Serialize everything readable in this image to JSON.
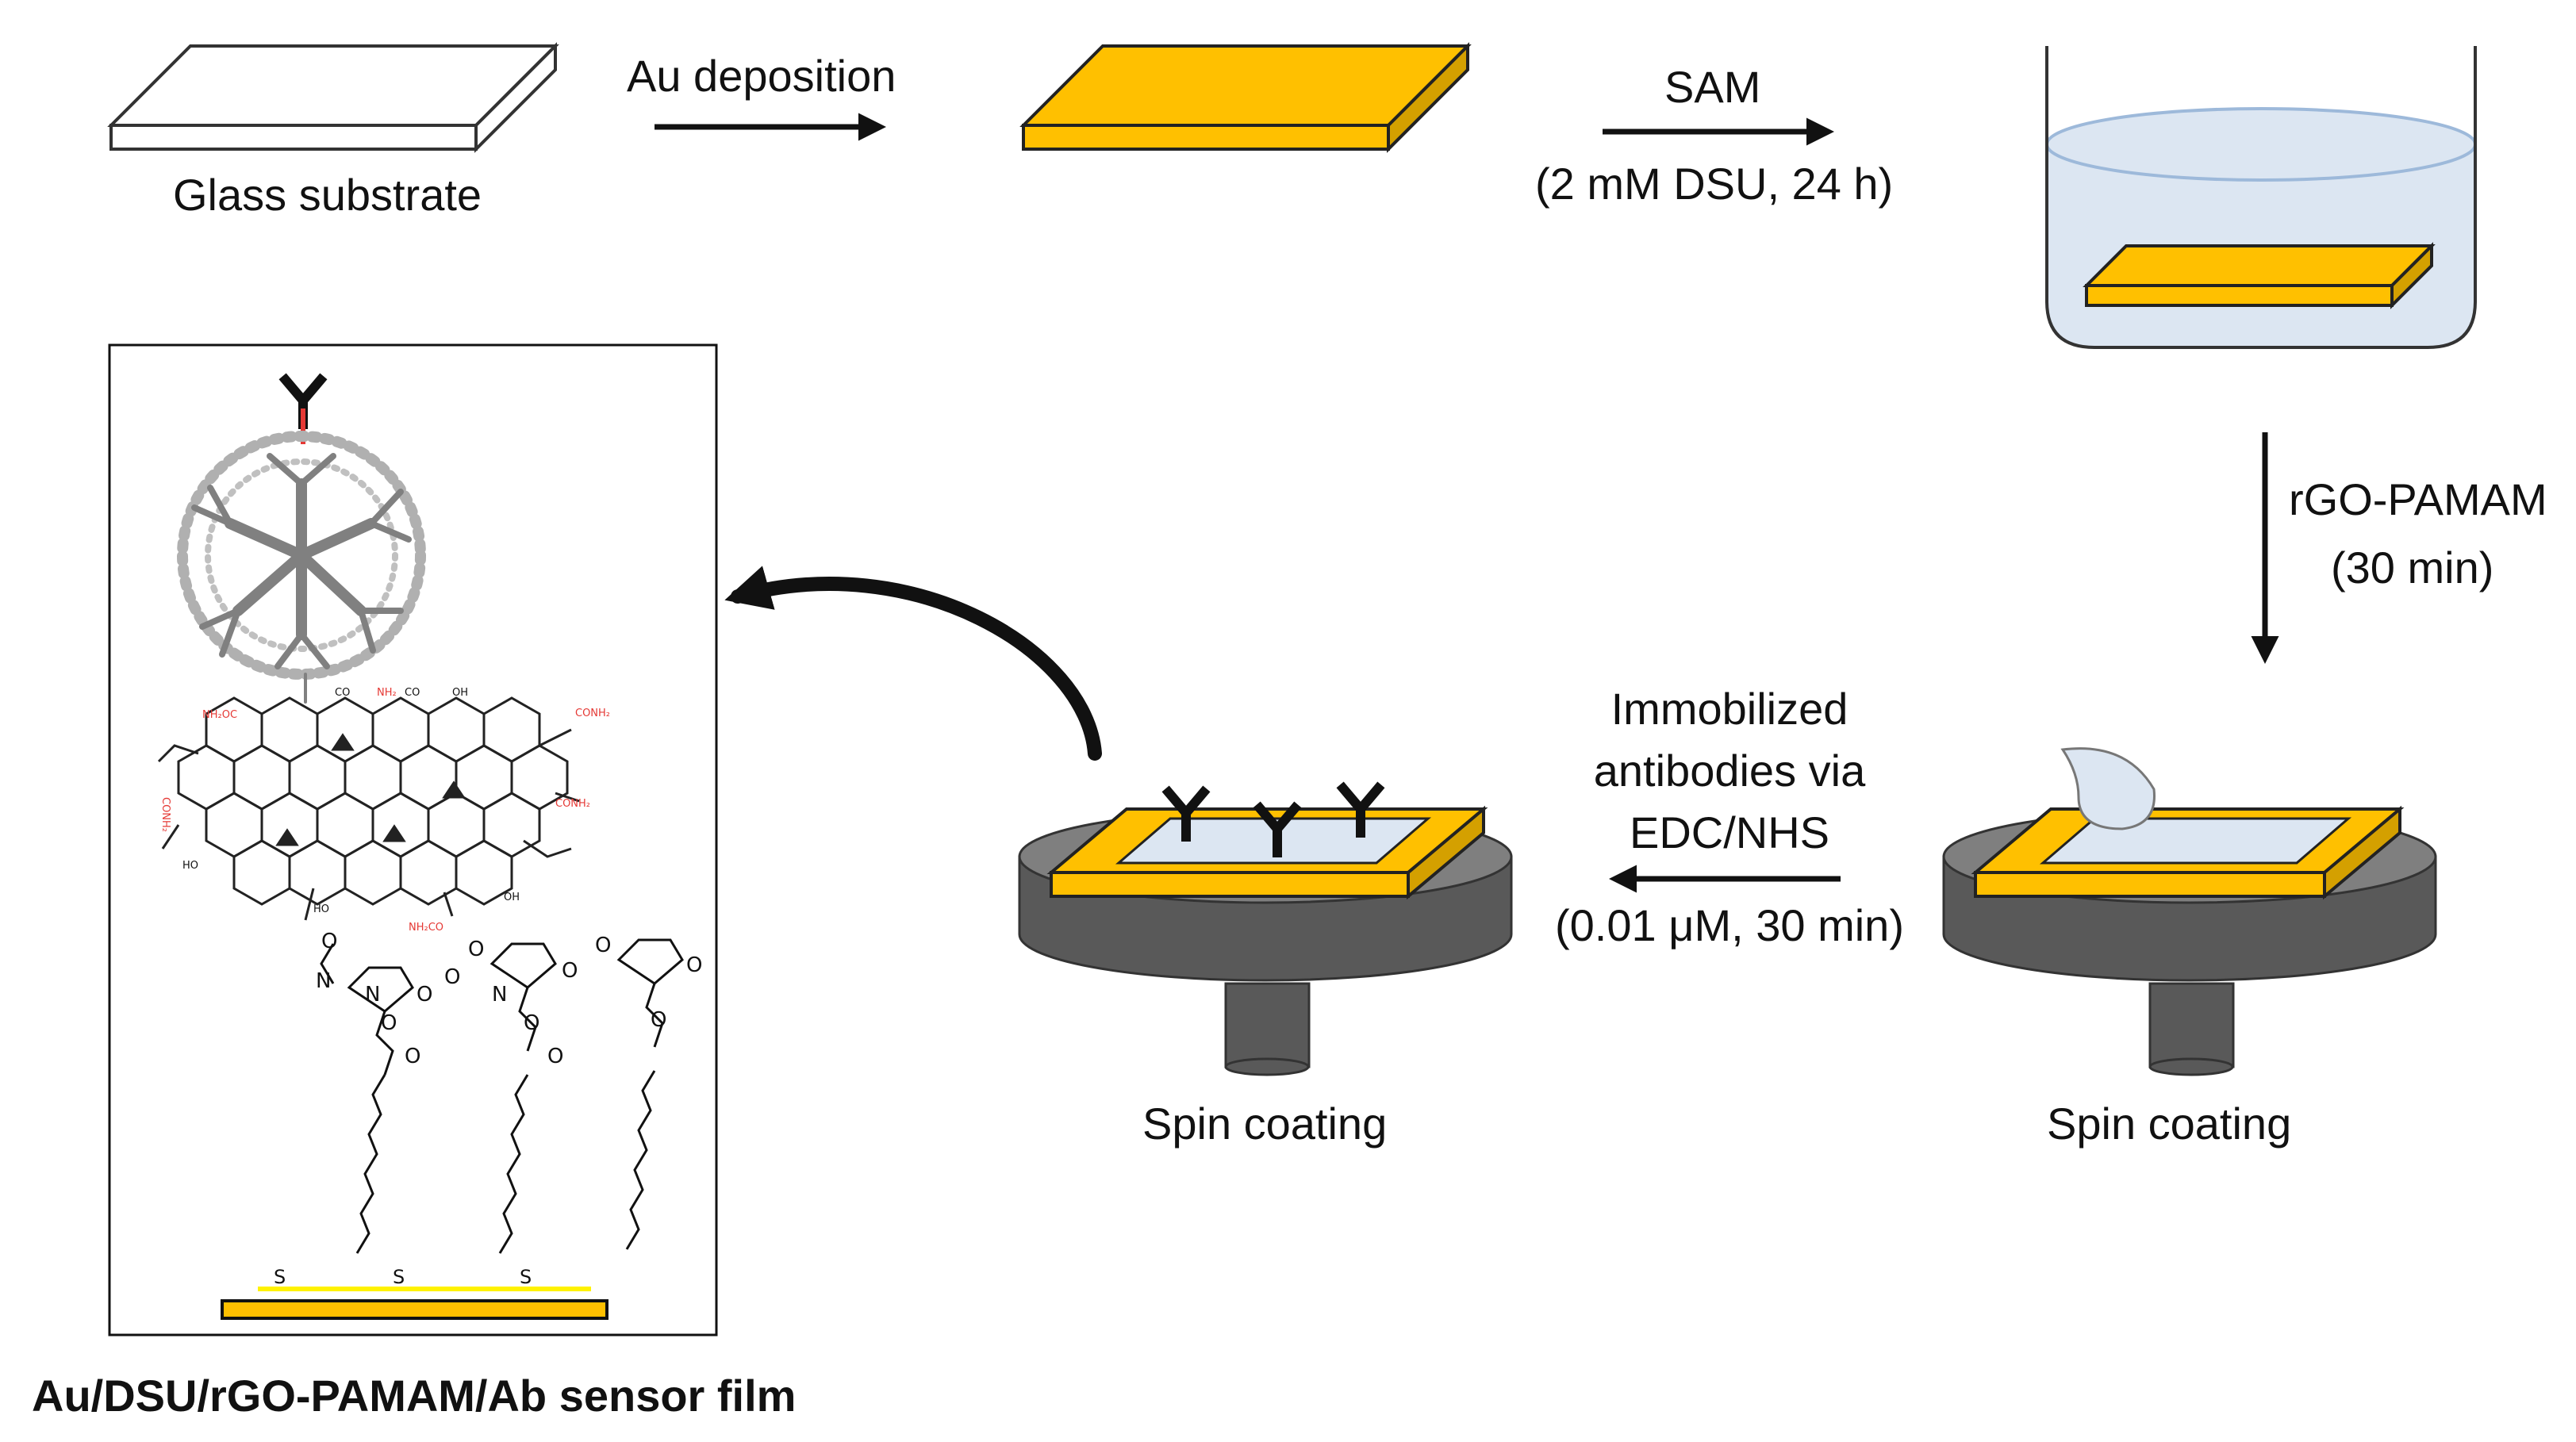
{
  "labels": {
    "glass_substrate": "Glass substrate",
    "au_deposition": "Au deposition",
    "sam": "SAM",
    "sam_conditions": "(2 mM DSU, 24 h)",
    "rgo_pamam": "rGO-PAMAM",
    "rgo_time": "(30 min)",
    "immob_line1": "Immobilized",
    "immob_line2": "antibodies via",
    "immob_line3": "EDC/NHS",
    "immob_conditions": "(0.01 μM, 30 min)",
    "spin_coating_right": "Spin coating",
    "spin_coating_left": "Spin coating",
    "sensor_film": "Au/DSU/rGO-PAMAM/Ab sensor film"
  },
  "molecule": {
    "amide_groups": [
      "NH₂OC",
      "CO",
      "NH₂",
      "CO",
      "OH",
      "CONH₂",
      "CONH₂",
      "CONH₂",
      "NH₂CO",
      "HO",
      "HO",
      "OH"
    ],
    "atoms": [
      "N",
      "O",
      "O",
      "N",
      "O",
      "O",
      "O",
      "N",
      "O",
      "O",
      "O",
      "O",
      "O",
      "O",
      "O",
      "S",
      "S",
      "S"
    ]
  },
  "colors": {
    "gold": "#FFC000",
    "gold_dark": "#D4A000",
    "outline": "#222222",
    "liquid": "#DCE6F2",
    "slide": "#DCE6F2",
    "stage_gray": "#7F7F7F",
    "stage_dark": "#595959",
    "dendrimer": "#808080",
    "linker_red": "#E53935",
    "sulfur_line": "#FFF200"
  }
}
